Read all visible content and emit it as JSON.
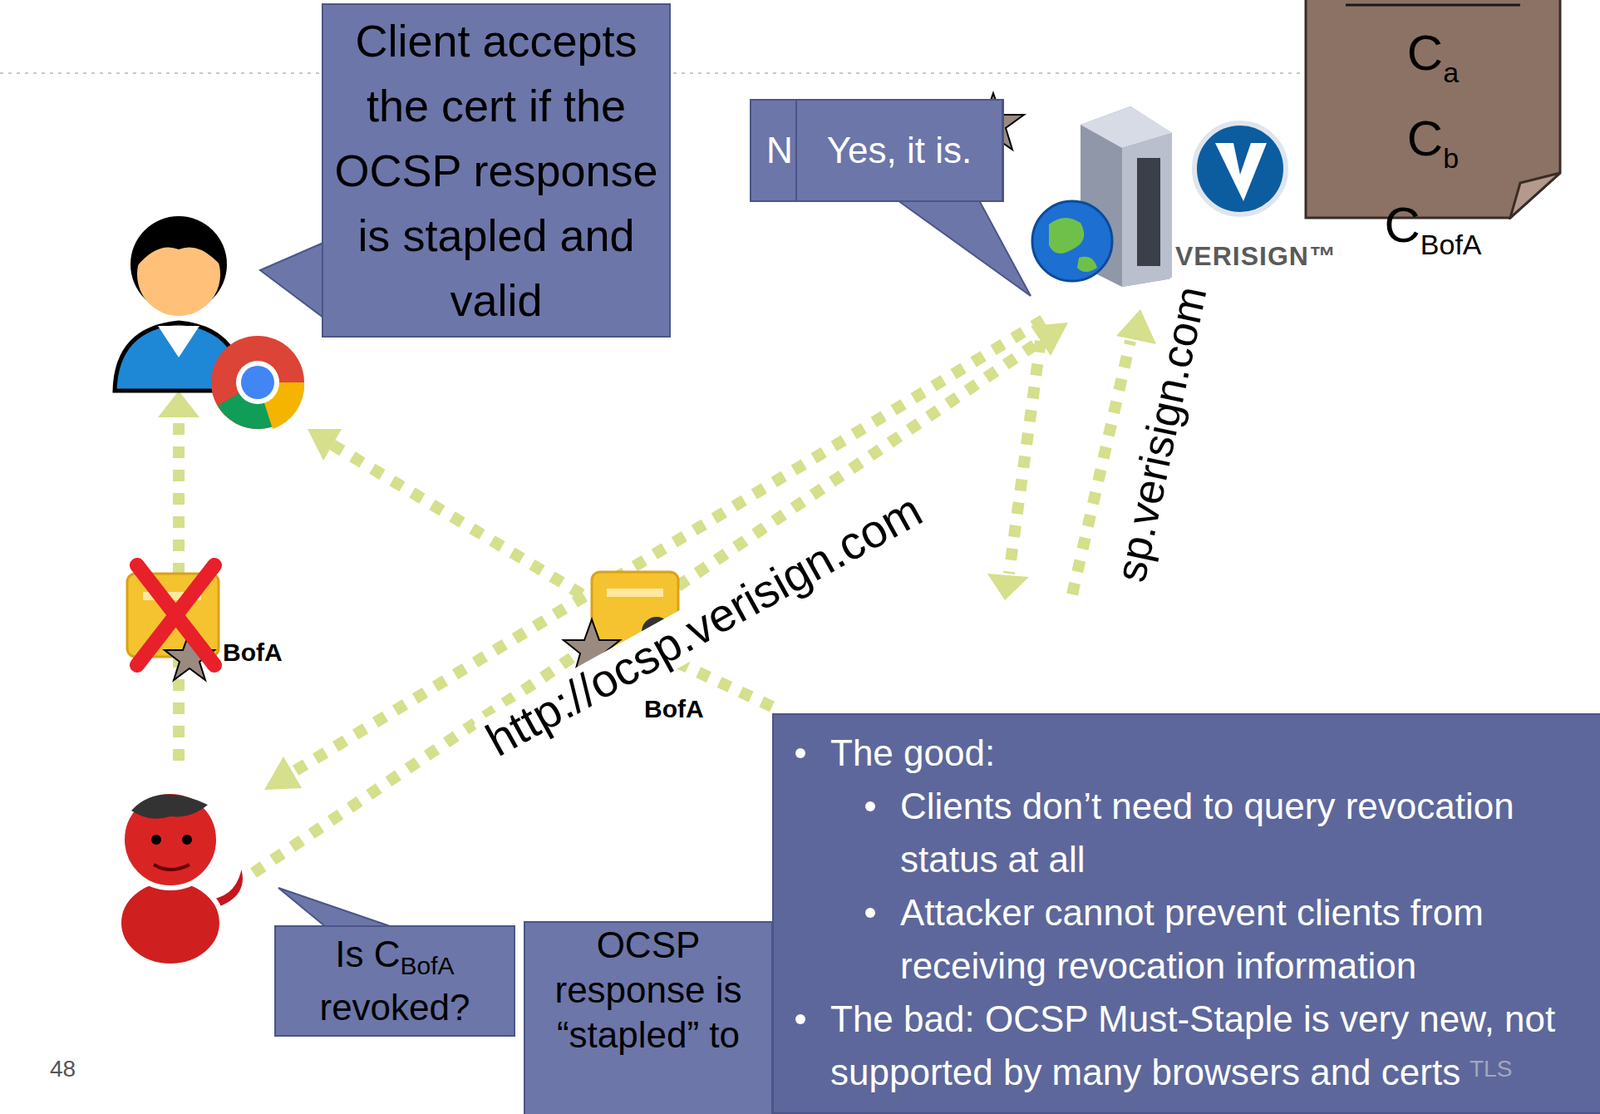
{
  "diagram": {
    "nodes": [
      {
        "text": [
          "Client accepts the cert if the OCSP response is stapled and valid"
        ]
      },
      {
        "text": [
          "N"
        ]
      },
      {
        "text": [
          "Yes, it is."
        ]
      },
      {
        "text": [
          "C",
          "a",
          "C",
          "b",
          "C",
          "BofA"
        ]
      },
      {
        "text": [
          "Is C",
          "BofA",
          "revoked?"
        ]
      },
      {
        "text": [
          "OCSP response is “stapled” to"
        ]
      },
      {
        "text": [
          "The good:",
          "Clients don’t need to query revocation status at all",
          "Attacker cannot prevent clients from receiving revocation information",
          "The bad: OCSP Must-Staple is very new, not supported by many browsers and certs"
        ]
      }
    ],
    "labels": [
      "BofA",
      "BofA",
      "http://ocsp.verisign.com",
      "sp.verisign.com",
      "VERISIGN™",
      "48",
      "TLS"
    ]
  }
}
